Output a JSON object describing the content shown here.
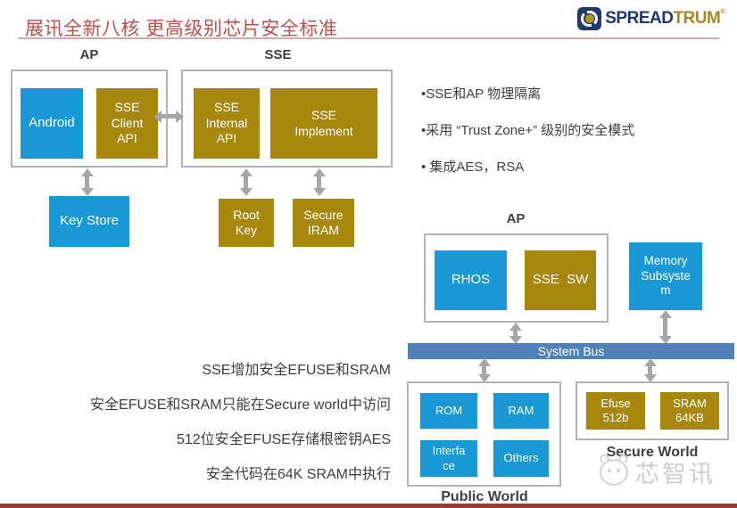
{
  "header": {
    "title": "展讯全新八核 更高级别芯片安全标准",
    "logo": {
      "spread": "SPREAD",
      "trum": "TRUM",
      "mark": "®"
    }
  },
  "left_diagram": {
    "ap_label": "AP",
    "sse_label": "SSE",
    "android": "Android",
    "sse_client_api": "SSE\nClient\nAPI",
    "sse_internal_api": "SSE\nInternal\nAPI",
    "sse_implement": "SSE\nImplement",
    "key_store": "Key Store",
    "root_key": "Root\nKey",
    "secure_iram": "Secure\nIRAM"
  },
  "bullets": [
    "•SSE和AP 物理隔离",
    "•采用 “Trust Zone+” 级别的安全模式",
    "• 集成AES，RSA"
  ],
  "right_diagram": {
    "ap_label": "AP",
    "rhos": "RHOS",
    "sse_sw": "SSE  SW",
    "memory_subsystem": "Memory\nSubsyste\nm",
    "system_bus": "System Bus",
    "rom": "ROM",
    "ram": "RAM",
    "interface": "Interfa\nce",
    "others": "Others",
    "public_world_label": "Public World",
    "efuse_512b": "Efuse\n512b",
    "sram_64kb": "SRAM\n64KB",
    "secure_world_label": "Secure World"
  },
  "notes": [
    "SSE增加安全EFUSE和SRAM",
    "安全EFUSE和SRAM只能在Secure world中访问",
    "512位安全EFUSE存储根密钥AES",
    "安全代码在64K SRAM中执行"
  ],
  "watermark": {
    "text": "芯智讯"
  },
  "colors": {
    "box_blue": "#1899d5",
    "box_gold": "#a8870e",
    "bus_blue": "#4f81bd",
    "title_red": "#c0504d",
    "arrow_gray": "#a6a6a6"
  }
}
